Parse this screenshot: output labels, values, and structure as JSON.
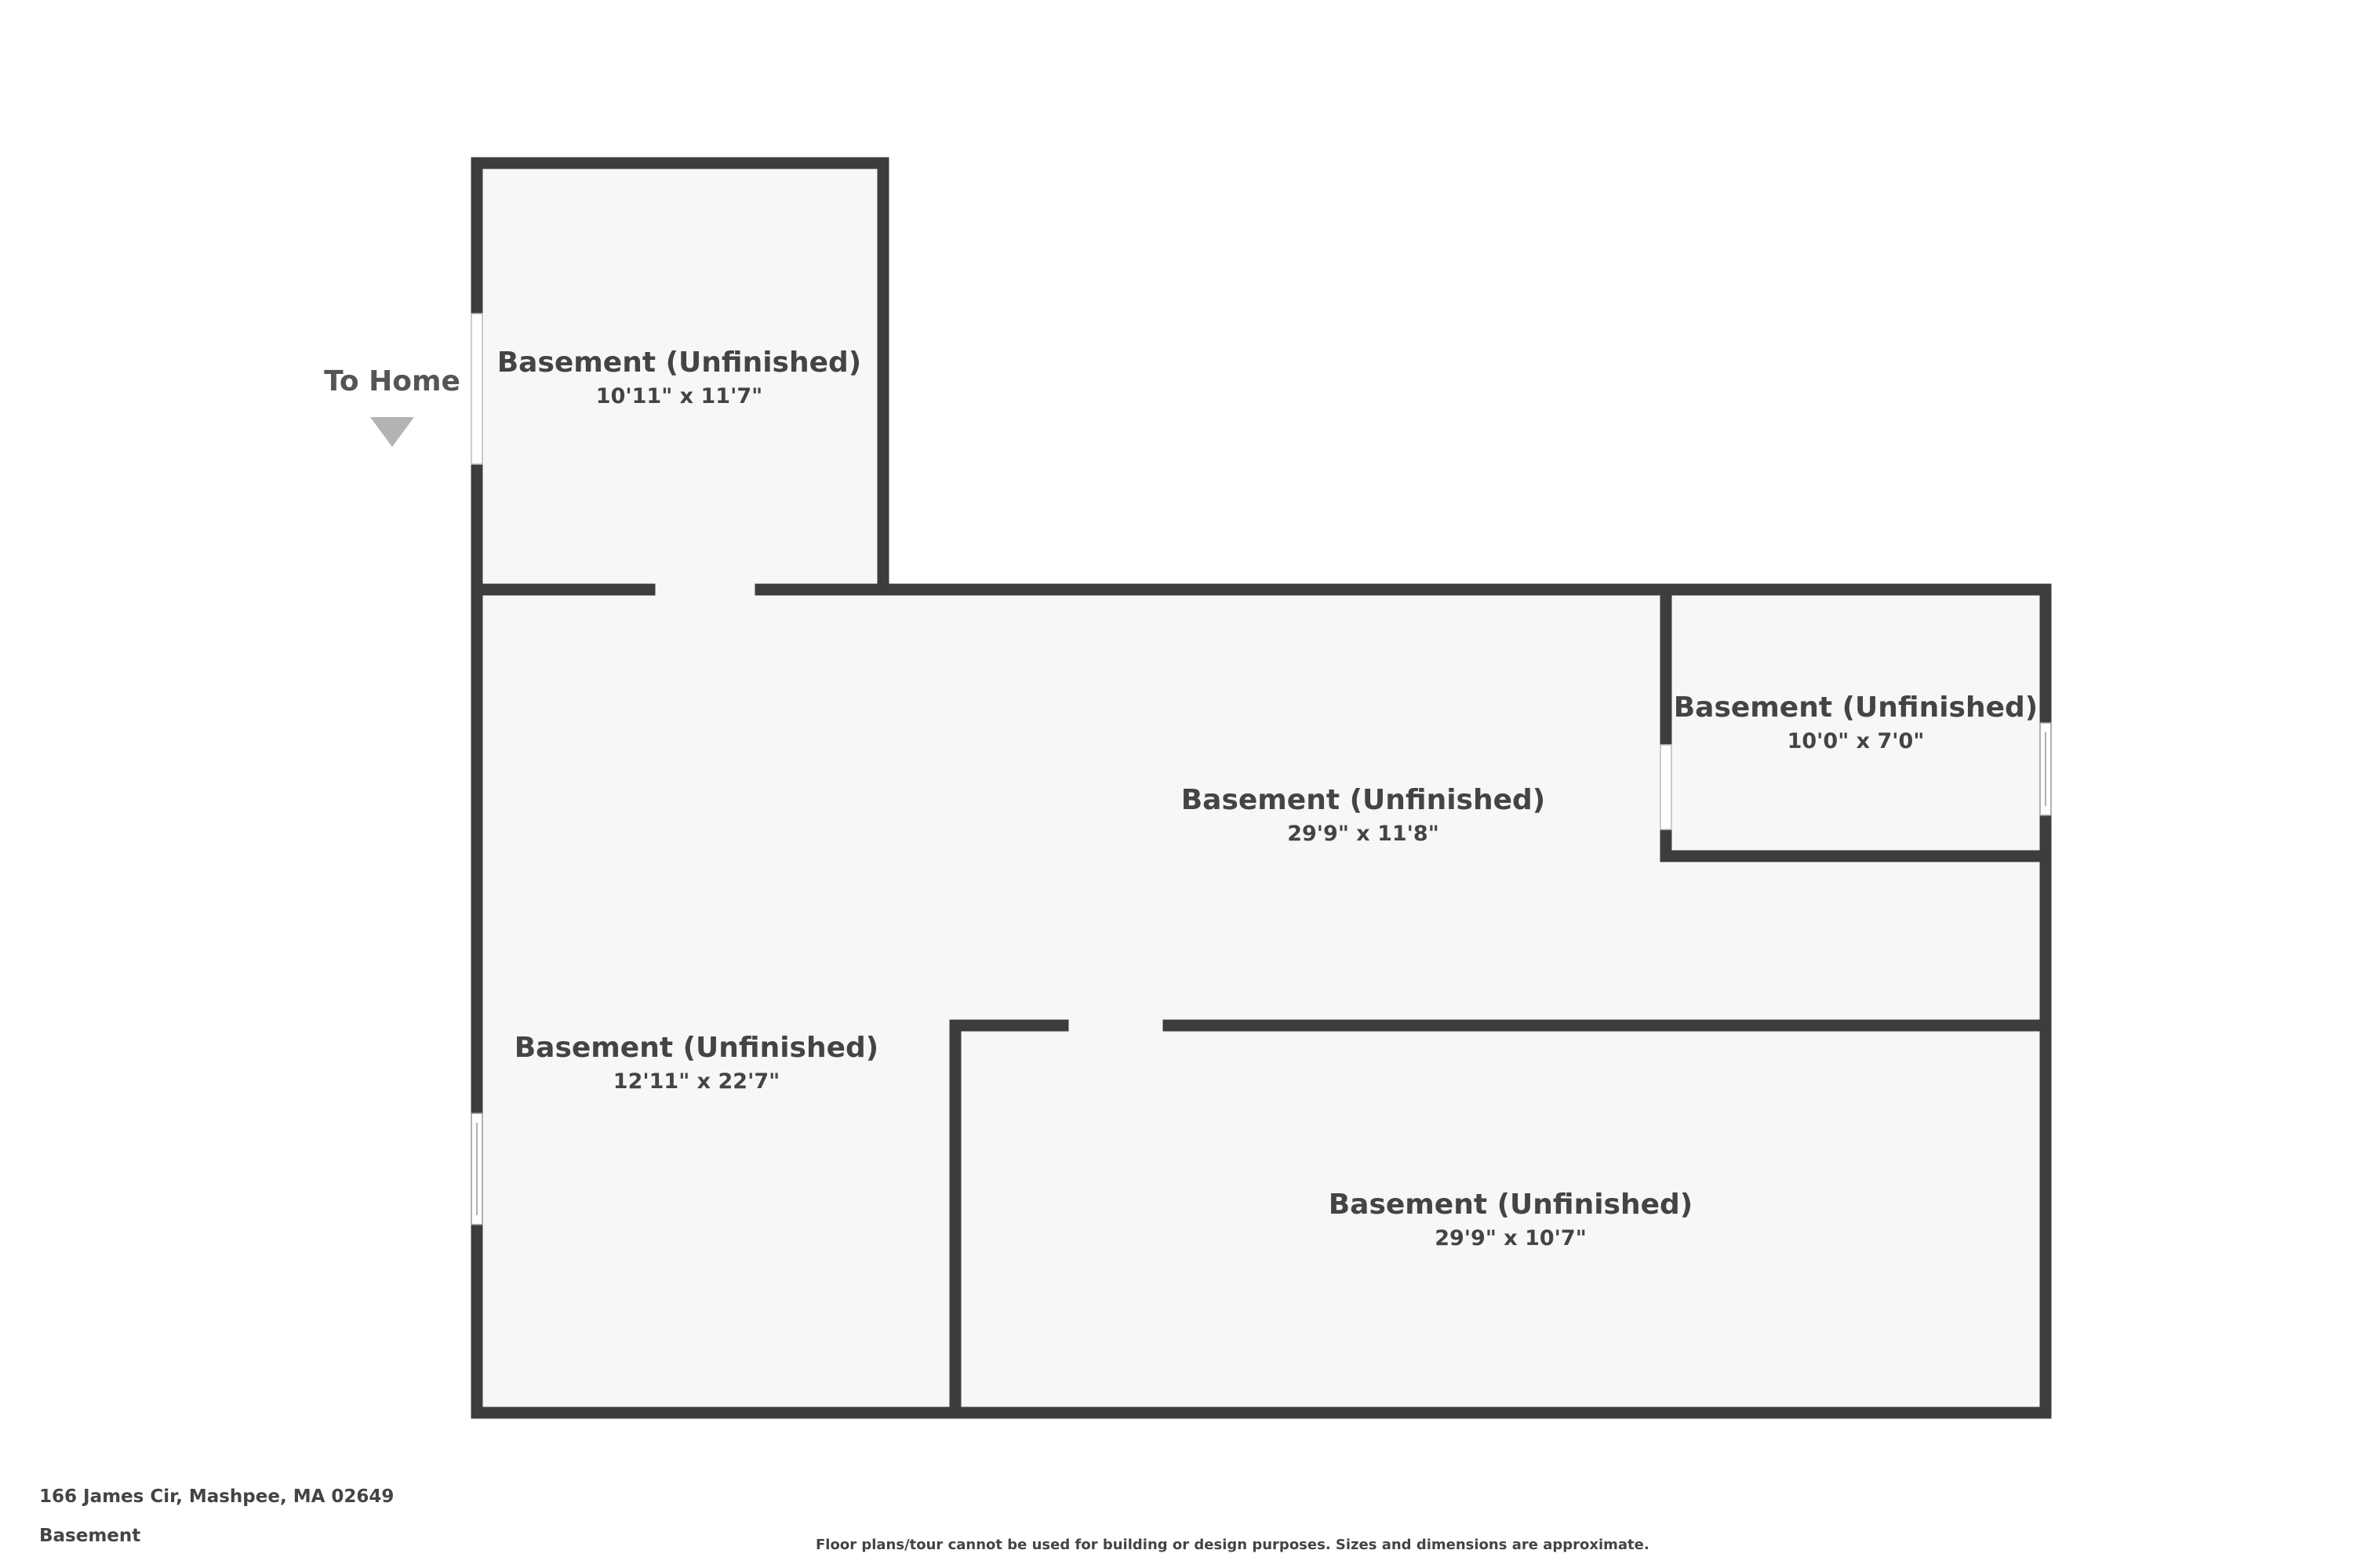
{
  "entry": {
    "label": "To Home"
  },
  "rooms": [
    {
      "name": "Basement (Unfinished)",
      "dimensions": "10'11\" x 11'7\""
    },
    {
      "name": "Basement (Unfinished)",
      "dimensions": "29'9\" x 11'8\""
    },
    {
      "name": "Basement (Unfinished)",
      "dimensions": "10'0\" x 7'0\""
    },
    {
      "name": "Basement (Unfinished)",
      "dimensions": "12'11\" x 22'7\""
    },
    {
      "name": "Basement (Unfinished)",
      "dimensions": "29'9\" x 10'7\""
    }
  ],
  "footer": {
    "address": "166 James Cir, Mashpee, MA 02649",
    "floor": "Basement",
    "disclaimer": "Floor plans/tour cannot be used for building or design purposes. Sizes and dimensions are approximate."
  },
  "colors": {
    "wall": "#3d3d3d",
    "floor": "#f7f7f7",
    "arrow": "#b3b3b3"
  }
}
